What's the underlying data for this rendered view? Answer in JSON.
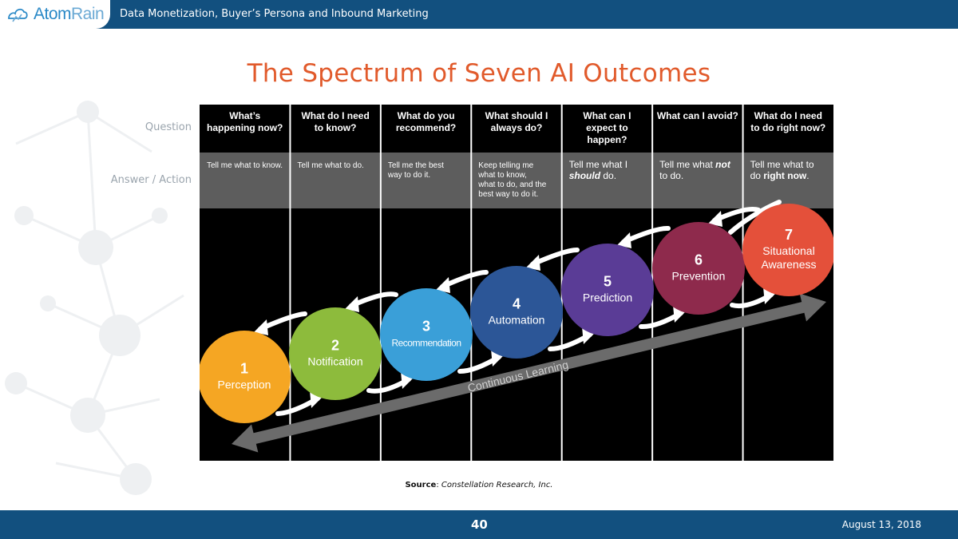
{
  "header": {
    "logo_text_a": "Atom",
    "logo_text_b": "Rain",
    "title": "Data Monetization, Buyer’s Persona and Inbound Marketing"
  },
  "slide": {
    "title": "The Spectrum of Seven AI Outcomes",
    "row_label_question": "Question",
    "row_label_answer": "Answer / Action"
  },
  "columns": [
    {
      "question": [
        "What’s",
        "happening now?"
      ],
      "answer": [
        "Tell me what to know."
      ]
    },
    {
      "question": [
        "What do I need",
        "to know?"
      ],
      "answer": [
        "Tell me what to do."
      ]
    },
    {
      "question": [
        "What do you",
        "recommend?"
      ],
      "answer": [
        "Tell me the best",
        "way to do it."
      ]
    },
    {
      "question": [
        "What should I",
        "always do?"
      ],
      "answer": [
        "Keep telling me",
        "what to know,",
        "what to do, and the",
        "best way to do it."
      ]
    },
    {
      "question": [
        "What can I",
        "expect to",
        "happen?"
      ],
      "answer": [
        "Tell me what I",
        "should do."
      ]
    },
    {
      "question": [
        "What can I avoid?"
      ],
      "answer": [
        "Tell me what not",
        "to do."
      ]
    },
    {
      "question": [
        "What do I need",
        "to do right now?"
      ],
      "answer": [
        "Tell me what to",
        "do right now."
      ]
    }
  ],
  "outcomes": [
    {
      "number": "1",
      "label": [
        "Perception"
      ],
      "color": "#f5a623"
    },
    {
      "number": "2",
      "label": [
        "Notification"
      ],
      "color": "#8dbb3c"
    },
    {
      "number": "3",
      "label": [
        "Recommendation"
      ],
      "color": "#3a9fd8"
    },
    {
      "number": "4",
      "label": [
        "Automation"
      ],
      "color": "#2c5697"
    },
    {
      "number": "5",
      "label": [
        "Prediction"
      ],
      "color": "#5a3c96"
    },
    {
      "number": "6",
      "label": [
        "Prevention"
      ],
      "color": "#8e2a4c"
    },
    {
      "number": "7",
      "label": [
        "Situational",
        "Awareness"
      ],
      "color": "#e4503a"
    }
  ],
  "arrow_label": "Continuous Learning",
  "source": {
    "prefix": "Source",
    "text": "Constellation Research, Inc."
  },
  "footer": {
    "page": "40",
    "date": "August 13, 2018"
  },
  "colors": {
    "brand_bar": "#12507f",
    "title": "#e15a2b",
    "panel": "#000000",
    "answer_band": "#5d5d5d"
  }
}
